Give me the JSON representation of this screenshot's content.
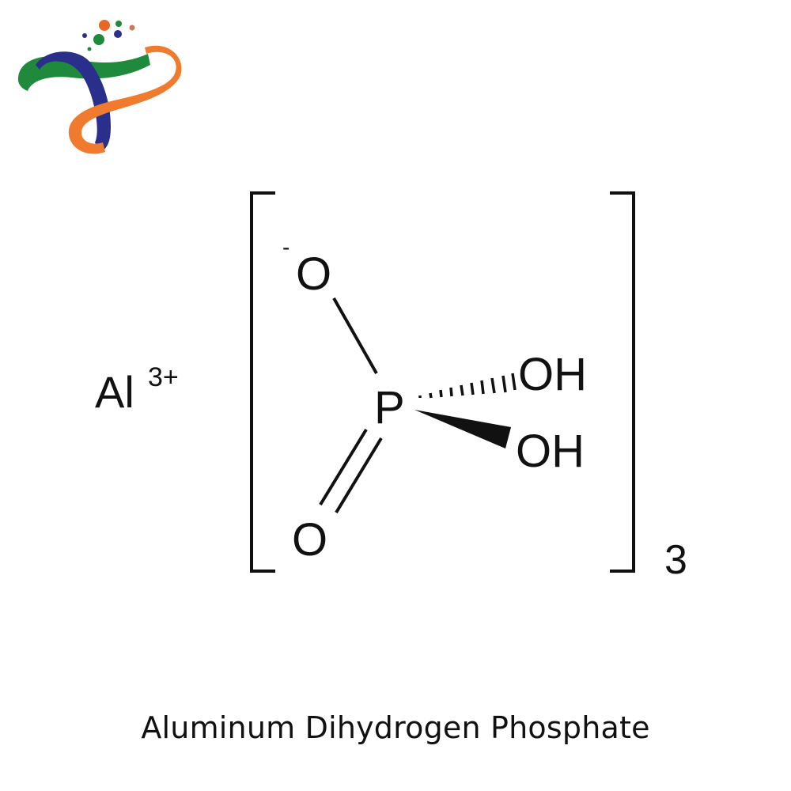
{
  "logo": {
    "icon": "infinity-ribbon-logo-icon",
    "colors": {
      "green": "#1f8a3c",
      "navy": "#2b2f8c",
      "orange": "#f07a2e"
    },
    "dots": [
      {
        "color": "#e8682a"
      },
      {
        "color": "#1f8a3c"
      },
      {
        "color": "#c97a5a"
      },
      {
        "color": "#2b2f8c"
      },
      {
        "color": "#1f8a3c"
      },
      {
        "color": "#2b2f8c"
      },
      {
        "color": "#1f8a3c"
      }
    ]
  },
  "structure": {
    "cation": {
      "symbol": "Al",
      "charge": "3+"
    },
    "anion": {
      "central_atom": "P",
      "oxygen_negative": {
        "label": "O",
        "charge": "-"
      },
      "oxygen_double": {
        "label": "O"
      },
      "hydroxyl_hashed": {
        "label": "OH"
      },
      "hydroxyl_wedged": {
        "label": "OH"
      },
      "bracket_subscript": "3"
    }
  },
  "caption": {
    "title": "Aluminum Dihydrogen Phosphate"
  }
}
